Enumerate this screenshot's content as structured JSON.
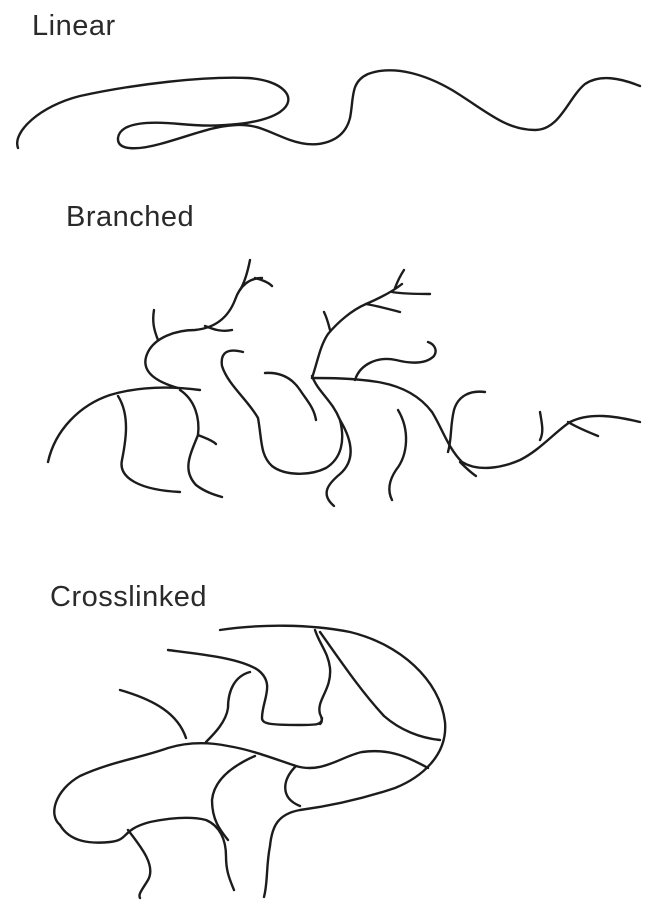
{
  "labels": {
    "linear": "Linear",
    "branched": "Branched",
    "crosslinked": "Crosslinked"
  },
  "colors": {
    "stroke": "#1c1c1c",
    "text": "#2a2a2a",
    "background": "#ffffff"
  }
}
